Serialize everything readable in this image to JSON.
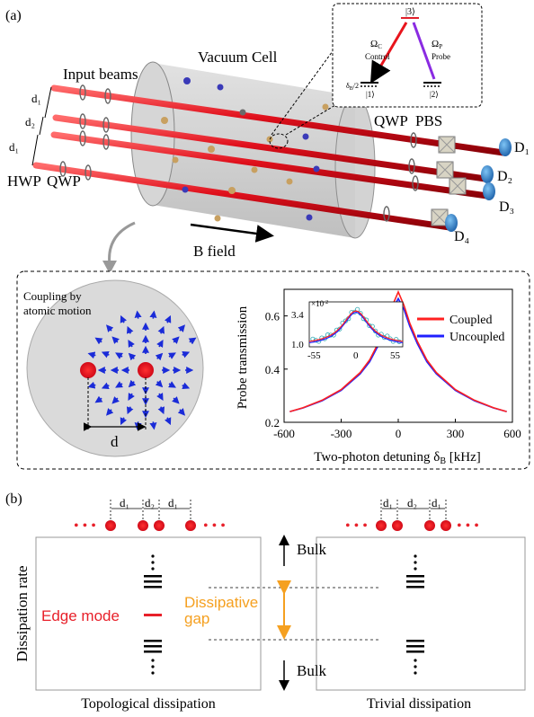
{
  "panel_a": {
    "label": "(a)",
    "input_beams": "Input beams",
    "vacuum_cell": "Vacuum Cell",
    "d1": "d₁",
    "d2": "d₂",
    "hwp": "HWP",
    "qwp_left": "QWP",
    "qwp_right": "QWP",
    "pbs": "PBS",
    "detectors": [
      "D₁",
      "D₂",
      "D₃",
      "D₄"
    ],
    "b_field": "B field",
    "level_diagram": {
      "state3": "|3⟩",
      "state1": "|1⟩",
      "state2": "|2⟩",
      "omega_c": "Ω",
      "omega_c_sub": "C",
      "omega_p": "Ω",
      "omega_p_sub": "P",
      "control": "Control",
      "probe": "Probe",
      "delta": "δ",
      "delta_sub": "B",
      "delta_suffix": "/2",
      "colors": {
        "control": "#e8141c",
        "probe": "#8a2be2",
        "level": "#e0202a"
      }
    },
    "inset": {
      "coupling_line1": "Coupling by",
      "coupling_line2": "atomic motion",
      "d": "d"
    }
  },
  "chart_data": {
    "type": "line",
    "xlabel": "Two-photon detuning δ",
    "xlabel_sub": "B",
    "xlabel_unit": " [kHz]",
    "ylabel": "Probe transmission",
    "xlim": [
      -600,
      600
    ],
    "ylim": [
      0.2,
      0.7
    ],
    "xticks": [
      "-600",
      "-300",
      "0",
      "300",
      "600"
    ],
    "yticks": [
      "0.2",
      "0.4",
      "0.6"
    ],
    "series": [
      {
        "name": "Coupled",
        "color": "#ff2020",
        "x": [
          -570,
          -500,
          -400,
          -300,
          -200,
          -150,
          -100,
          -60,
          -30,
          0,
          30,
          60,
          100,
          150,
          200,
          300,
          400,
          500,
          570
        ],
        "y": [
          0.24,
          0.255,
          0.283,
          0.323,
          0.387,
          0.435,
          0.505,
          0.574,
          0.64,
          0.69,
          0.64,
          0.574,
          0.505,
          0.435,
          0.387,
          0.323,
          0.283,
          0.255,
          0.24
        ]
      },
      {
        "name": "Uncoupled",
        "color": "#2020ff",
        "x": [
          -570,
          -500,
          -400,
          -300,
          -200,
          -150,
          -100,
          -60,
          -30,
          0,
          30,
          60,
          100,
          150,
          200,
          300,
          400,
          500,
          570
        ],
        "y": [
          0.24,
          0.254,
          0.281,
          0.32,
          0.382,
          0.428,
          0.496,
          0.562,
          0.625,
          0.665,
          0.625,
          0.562,
          0.496,
          0.428,
          0.382,
          0.32,
          0.281,
          0.254,
          0.24
        ]
      }
    ],
    "inset": {
      "xticks": [
        "-55",
        "0",
        "55"
      ],
      "yticks": [
        "3.4",
        "1.0"
      ],
      "yexp": "×10",
      "yexp_power": "-2"
    },
    "legend_position": "top-right"
  },
  "panel_b": {
    "label": "(b)",
    "d1": "d₁",
    "d2": "d₂",
    "dots": "• • •",
    "ylabel": "Dissipation rate",
    "edge_mode": "Edge mode",
    "dissipative_gap_1": "Dissipative",
    "dissipative_gap_2": "gap",
    "bulk_top": "Bulk",
    "bulk_bottom": "Bulk",
    "topological": "Topological dissipation",
    "trivial": "Trivial dissipation",
    "colors": {
      "edge": "#e8202a",
      "gap": "#f5a020",
      "site": "#e8202a"
    }
  }
}
